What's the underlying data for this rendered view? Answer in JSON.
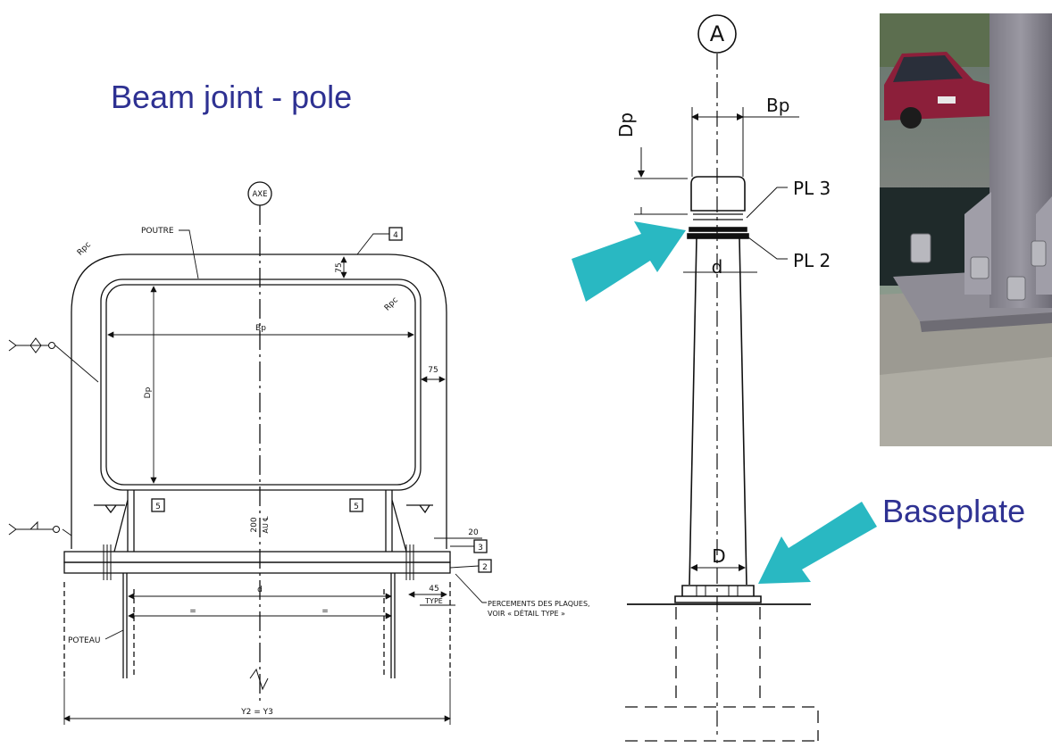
{
  "titles": {
    "main": "Beam joint - pole",
    "baseplate": "Baseplate"
  },
  "left_drawing": {
    "axis_label": "AXE",
    "beam_label": "POUTRE",
    "post_label": "POTEAU",
    "radius_outer": "Rpc",
    "radius_inner": "Rpc",
    "width_label": "Bp",
    "depth_label": "Dp",
    "dim_75_top": "75",
    "dim_75_right": "75",
    "dim_20": "20",
    "dim_45": "45",
    "type_label": "TYPE",
    "center_dim": "200",
    "center_dim_note": "AU ℄",
    "d_label": "d",
    "equal_left": "=",
    "equal_right": "=",
    "y_label": "Y2 = Y3",
    "note_line1": "PERCEMENTS DES PLAQUES,",
    "note_line2": "VOIR « DÉTAIL TYPE »",
    "tags": {
      "t2": "2",
      "t3": "3",
      "t4": "4",
      "t5a": "5",
      "t5b": "5"
    }
  },
  "right_drawing": {
    "axis_label": "A",
    "bp_label": "Bp",
    "dp_label": "Dp",
    "pl3_label": "PL 3",
    "pl2_label": "PL 2",
    "d_label": "d",
    "D_label": "D"
  },
  "colors": {
    "title": "#2e3192",
    "arrow": "#29b8c2",
    "line": "#111111"
  },
  "icons": [
    "weld-symbol-icon",
    "teal-arrow-icon"
  ]
}
